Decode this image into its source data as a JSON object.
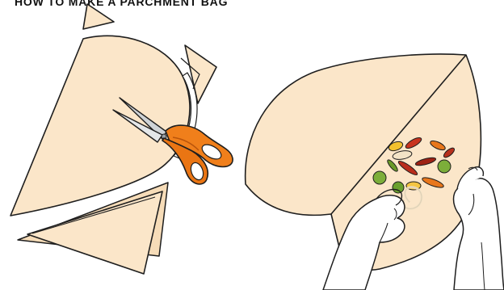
{
  "page": {
    "title": "HOW TO MAKE A PARCHMENT BAG"
  },
  "colors": {
    "paper": "#fbe6c9",
    "paper_shade": "#f4d6ad",
    "outline": "#1e1e1e",
    "scissor_handle": "#f07f1b",
    "scissor_handle_dark": "#b9540b",
    "scissor_blade": "#cfd3d6",
    "skin": "#ffffff",
    "skin_shade": "#e9c9b0"
  },
  "illustrations": {
    "left": {
      "subject": "parchment-paper-being-cut-with-scissors",
      "icon": "scissors-icon"
    },
    "right": {
      "subject": "hands-folding-parchment-over-vegetables",
      "icon": "hands-icon"
    }
  }
}
